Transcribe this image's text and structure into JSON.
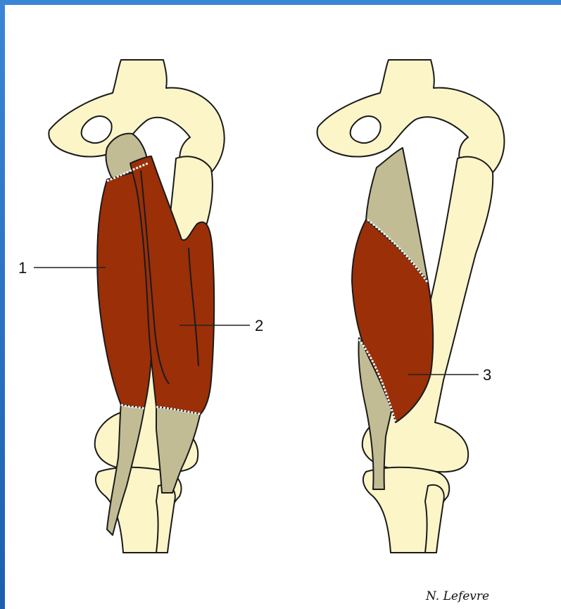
{
  "labels": {
    "one": "1",
    "two": "2",
    "three": "3"
  },
  "credit": "N. Lefevre",
  "colors": {
    "frame": "#2b6fc0",
    "bone": "#fbf5c8",
    "tendon": "#c2bc95",
    "muscle": "#9b2f08"
  }
}
